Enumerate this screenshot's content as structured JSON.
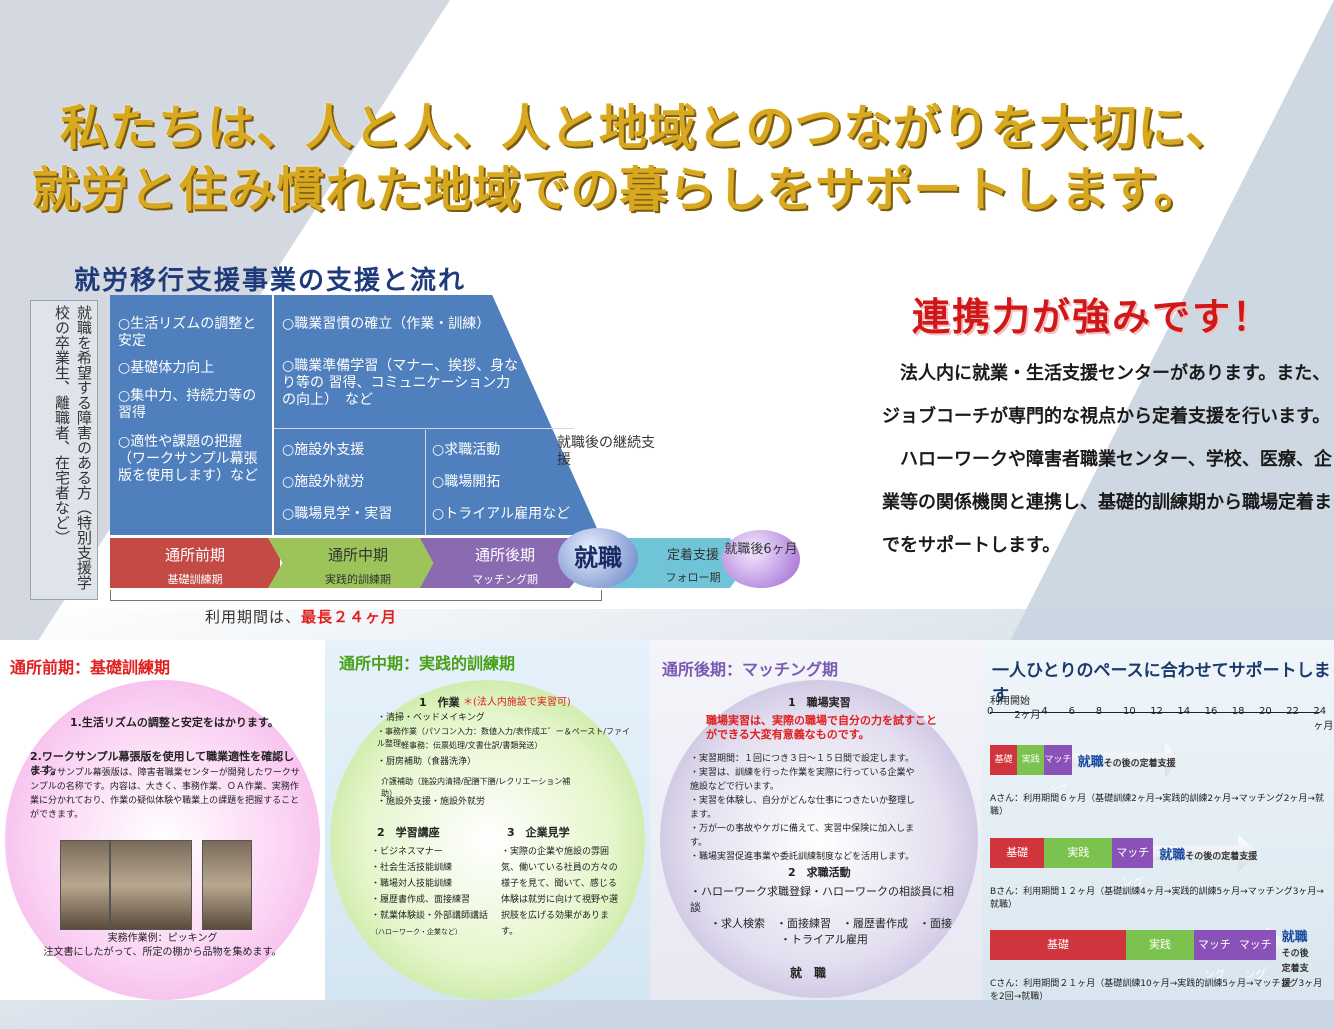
{
  "headline": {
    "line1": "私たちは、人と人、人と地域とのつながりを大切に、",
    "line2": "就労と住み慣れた地域での暮らしをサポートします。"
  },
  "flow": {
    "title": "就労移行支援事業の支援と流れ",
    "target": "就職を希望する障害のある方（特別支援学校の卒業生、離職者、在宅者など）",
    "col1": [
      "○生活リズムの調整と安定",
      "○基礎体力向上",
      "○集中力、持続力等の習得",
      "○適性や課題の把握（ワークサンプル幕張版を使用します）など"
    ],
    "col2_top": [
      "○職業習慣の確立（作業・訓練）",
      "○職業準備学習（マナー、挨拶、身なり等の 習得、コミュニケーション力の向上）　など"
    ],
    "col2_bottom": [
      "○施設外支援",
      "○施設外就労",
      "○職場見学・実習"
    ],
    "col3": [
      "○求職活動",
      "○職場開拓",
      "○トライアル雇用など"
    ],
    "after": "就職後の継続支援",
    "phases": [
      {
        "name": "通所前期",
        "sub": "基礎訓練期"
      },
      {
        "name": "通所中期",
        "sub": "実践的訓練期"
      },
      {
        "name": "通所後期",
        "sub": "マッチング期"
      },
      {
        "name": "定着支援",
        "sub": "フォロー期"
      }
    ],
    "shushoku": "就職",
    "after6": "就職後6ヶ月",
    "period_prefix": "利用期間は、",
    "period_value": "最長２４ヶ月"
  },
  "strength": {
    "title": "連携力が強みです！",
    "p1": "法人内に就業・生活支援センターがあります。また、ジョブコーチが専門的な視点から定着支援を行います。",
    "p2": "ハローワークや障害者職業センター、学校、医療、企業等の関係機関と連携し、基礎的訓練期から職場定着までをサポートします。"
  },
  "panel1": {
    "title": "通所前期：基礎訓練期",
    "h1": "1.生活リズムの調整と安定をはかります。",
    "h2": "2.ワークサンプル幕張版を使用して職業適性を確認します。",
    "body": "ワークサンプル幕張版は、障害者職業センターが開発したワークサンプルの名称です。内容は、大きく、事務作業、ＯＡ作業、実務作業に分かれており、作業の疑似体験や職業上の課題を把握することができます。",
    "caption1": "実務作業例：ピッキング",
    "caption2": "注文書にしたがって、所定の棚から品物を集めます。"
  },
  "panel2": {
    "title": "通所中期：実践的訓練期",
    "s1": "1　作業",
    "s1note": "＊(法人内施設で実習可)",
    "s1items": [
      "・清掃・ベッドメイキング",
      "・事務作業（パソコン入力：数値入力/表作成エ゛ー＆ペースト/ファイル整理",
      "軽事務：伝票処理/文書仕訳/書類発送）",
      "・厨房補助（食器洗浄）",
      "介護補助（施設内清掃/配膳下膳/レクリエーション補助）",
      "・施設外支援・施設外就労"
    ],
    "s2": "2　学習講座",
    "s2items": [
      "・ビジネスマナー",
      "・社会生活技能訓練",
      "・職場対人技能訓練",
      "・履歴書作成、面接練習",
      "・就業体験談・外部講師講話",
      "（ハローワーク・企業など）"
    ],
    "s3": "3　企業見学",
    "s3text": "・実際の企業や施設の雰囲気、働いている社員の方々の様子を見て、聞いて、感じる体験は就労に向けて視野や選択肢を広げる効果があります。"
  },
  "panel3": {
    "title": "通所後期：マッチング期",
    "s1": "1　職場実習",
    "s1red": "職場実習は、実際の職場で自分の力を試すことができる大変有意義なものです。",
    "s1items": [
      "・実習期間：１回につき３日～１５日間で設定します。",
      "・実習は、訓練を行った作業を実際に行っている企業や施設などで行います。",
      "・実習を体験し、自分がどんな仕事につきたいか整理します。",
      "・万が一の事故やケガに備えて、実習中保険に加入します。",
      "・職場実習促進事業や委託訓練制度などを活用します。"
    ],
    "s2": "2　求職活動",
    "s2items": [
      "・ハローワーク求職登録・ハローワークの相談員に相談",
      "・求人検索　・面接練習　・履歴書作成　・面接",
      "・トライアル雇用"
    ],
    "shushoku": "就　職"
  },
  "panel4": {
    "title": "一人ひとりのペースに合わせてサポートします",
    "start_label": "利用開始",
    "ticks": [
      "0",
      "2ヶ月",
      "4",
      "6",
      "8",
      "10",
      "12",
      "14",
      "16",
      "18",
      "20",
      "22",
      "24ヶ月"
    ],
    "labels": {
      "kiso": "基礎",
      "jissen": "実践",
      "matching": "マッチング"
    },
    "shushoku": "就職",
    "after_support": "その後の定着支援",
    "after_support_c": "その後定着支援",
    "rows": [
      {
        "desc": "Aさん：利用期間６ヶ月（基礎訓練2ヶ月→実践的訓練2ヶ月→マッチング2ヶ月→就職）",
        "kiso": 2,
        "jissen": 2,
        "matching": 2
      },
      {
        "desc": "Bさん：利用期間１２ヶ月（基礎訓練4ヶ月→実践的訓練5ヶ月→マッチング3ヶ月→就職）",
        "kiso": 4,
        "jissen": 5,
        "matching": 3
      },
      {
        "desc": "Cさん：利用期間２１ヶ月（基礎訓練10ヶ月→実践的訓練5ヶ月→マッチング3ヶ月を2回→就職）",
        "kiso": 10,
        "jissen": 5,
        "matching": 6
      }
    ],
    "colors": {
      "kiso": "#d0343c",
      "jissen": "#7cc24e",
      "matching": "#8a52b8"
    }
  }
}
